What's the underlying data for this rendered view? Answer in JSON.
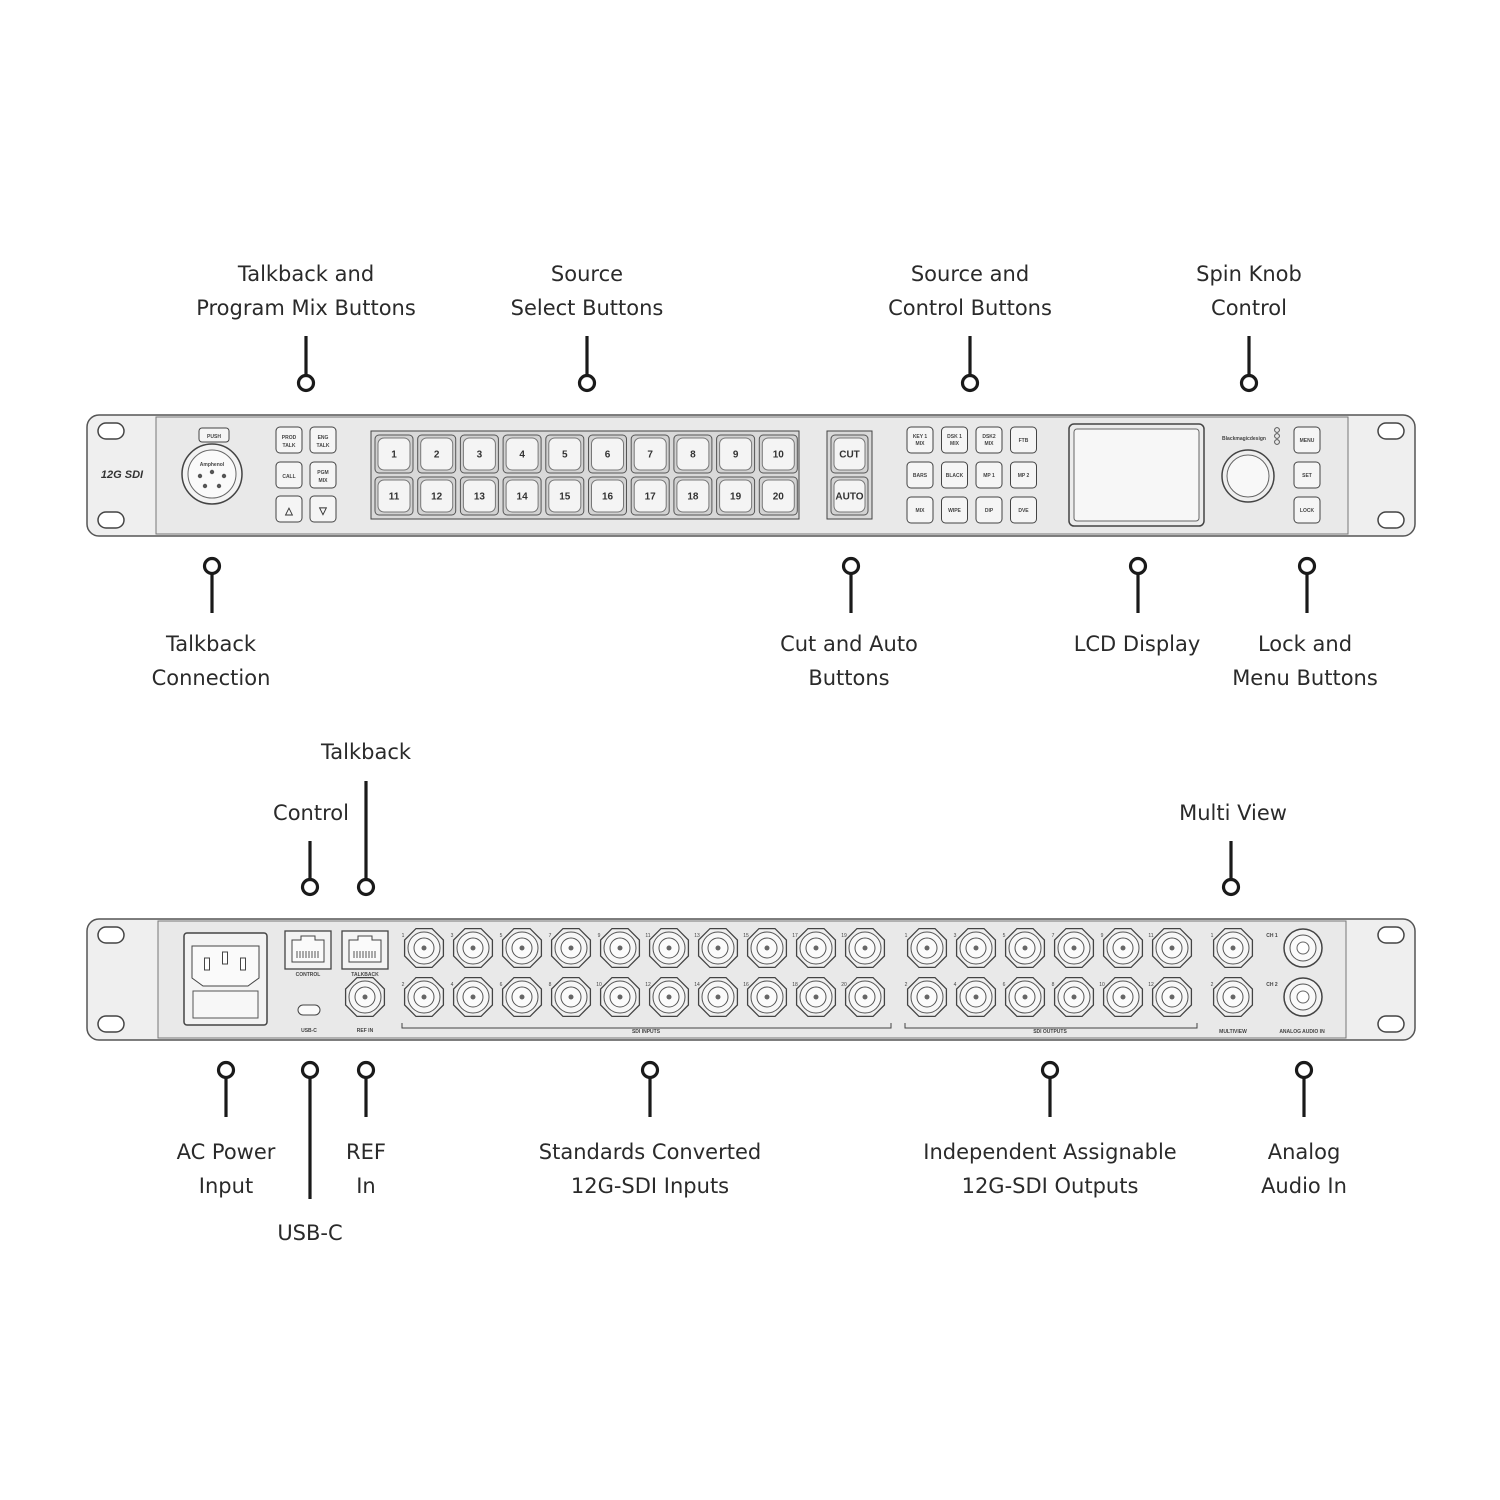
{
  "callouts_front_top": [
    {
      "id": "talkback-program-mix-buttons",
      "lines": [
        "Talkback and",
        "Program Mix Buttons"
      ]
    },
    {
      "id": "source-select-buttons",
      "lines": [
        "Source",
        "Select Buttons"
      ]
    },
    {
      "id": "source-control-buttons",
      "lines": [
        "Source and",
        "Control  Buttons"
      ]
    },
    {
      "id": "spin-knob-control",
      "lines": [
        "Spin Knob",
        "Control"
      ]
    }
  ],
  "callouts_front_bottom": [
    {
      "id": "talkback-connection",
      "lines": [
        "Talkback",
        "Connection"
      ]
    },
    {
      "id": "cut-auto-buttons",
      "lines": [
        "Cut and Auto",
        "Buttons"
      ]
    },
    {
      "id": "lcd-display",
      "lines": [
        "LCD Display"
      ]
    },
    {
      "id": "lock-menu-buttons",
      "lines": [
        "Lock and",
        "Menu Buttons"
      ]
    }
  ],
  "callouts_rear_top": [
    {
      "id": "talkback",
      "lines": [
        "Talkback"
      ]
    },
    {
      "id": "control",
      "lines": [
        "Control"
      ]
    },
    {
      "id": "multi-view",
      "lines": [
        "Multi View"
      ]
    }
  ],
  "callouts_rear_bottom": [
    {
      "id": "ac-power-input",
      "lines": [
        "AC Power",
        "Input"
      ]
    },
    {
      "id": "usb-c",
      "lines": [
        "USB-C"
      ]
    },
    {
      "id": "ref-in",
      "lines": [
        "REF",
        "In"
      ]
    },
    {
      "id": "sdi-inputs",
      "lines": [
        "Standards Converted",
        "12G-SDI Inputs"
      ]
    },
    {
      "id": "sdi-outputs",
      "lines": [
        "Independent Assignable",
        "12G-SDI Outputs"
      ]
    },
    {
      "id": "analog-audio-in",
      "lines": [
        "Analog",
        "Audio In"
      ]
    }
  ],
  "front_panel": {
    "logo": "12G SDI",
    "xlr_push": "PUSH",
    "xlr_brand": "Amphenol",
    "talkback_buttons": [
      [
        "PROD",
        "TALK"
      ],
      [
        "ENG",
        "TALK"
      ],
      [
        "CALL"
      ],
      [
        "PGM",
        "MIX"
      ]
    ],
    "arrow_up": "△",
    "arrow_down": "▽",
    "source_buttons": [
      "1",
      "2",
      "3",
      "4",
      "5",
      "6",
      "7",
      "8",
      "9",
      "10",
      "11",
      "12",
      "13",
      "14",
      "15",
      "16",
      "17",
      "18",
      "19",
      "20"
    ],
    "cut_label": "CUT",
    "auto_label": "AUTO",
    "control_buttons": [
      [
        "KEY 1",
        "MIX"
      ],
      [
        "DSK 1",
        "MIX"
      ],
      [
        "DSK2",
        "MIX"
      ],
      [
        "FTB"
      ],
      [
        "BARS"
      ],
      [
        "BLACK"
      ],
      [
        "MP 1"
      ],
      [
        "MP 2"
      ],
      [
        "MIX"
      ],
      [
        "WIPE"
      ],
      [
        "DIP"
      ],
      [
        "DVE"
      ]
    ],
    "brand": "Blackmagicdesign",
    "side_buttons": [
      "MENU",
      "SET",
      "LOCK"
    ]
  },
  "rear_panel": {
    "control_label": "CONTROL",
    "talkback_label": "TALKBACK",
    "usbc_label": "USB-C",
    "refin_label": "REF IN",
    "sdi_inputs_label": "SDI INPUTS",
    "sdi_outputs_label": "SDI OUTPUTS",
    "multiview_label": "MULTIVIEW",
    "analog_audio_label": "ANALOG AUDIO IN",
    "ch1_label": "CH 1",
    "ch2_label": "CH 2",
    "sdi_input_top_numbers": [
      "1",
      "3",
      "5",
      "7",
      "9",
      "11",
      "13",
      "15",
      "17",
      "19"
    ],
    "sdi_input_bottom_numbers": [
      "2",
      "4",
      "6",
      "8",
      "10",
      "12",
      "14",
      "16",
      "18",
      "20"
    ],
    "sdi_output_top_numbers": [
      "1",
      "3",
      "5",
      "7",
      "9",
      "11"
    ],
    "sdi_output_bottom_numbers": [
      "2",
      "4",
      "6",
      "8",
      "10",
      "12"
    ],
    "multiview_numbers": [
      "1",
      "2"
    ]
  }
}
